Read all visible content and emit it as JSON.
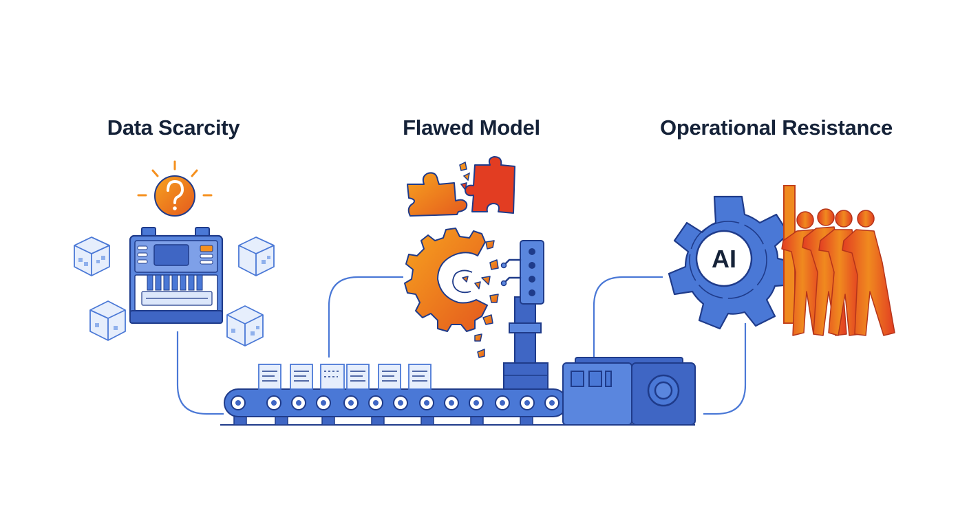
{
  "panels": [
    {
      "title": "Data Scarcity",
      "icon": "question-icon"
    },
    {
      "title": "Flawed Model",
      "icon": "broken-gear-icon"
    },
    {
      "title": "Operational Resistance",
      "icon": "ai-gear-icon",
      "gear_label": "AI"
    }
  ],
  "colors": {
    "blue": "#4a78d6",
    "blue_dark": "#1f3b8a",
    "blue_light": "#8fb0ec",
    "orange": "#f5901e",
    "red": "#e23d22",
    "title": "#152238"
  }
}
